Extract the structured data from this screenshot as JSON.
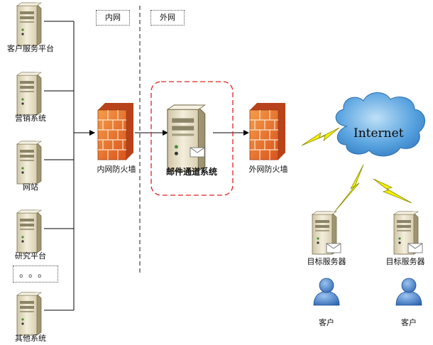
{
  "zones": {
    "inner": "内网",
    "outer": "外网"
  },
  "internal_servers": [
    {
      "label": "客户服务平台"
    },
    {
      "label": "营销系统"
    },
    {
      "label": "网站"
    },
    {
      "label": "研究平台"
    },
    {
      "label": "其他系统"
    }
  ],
  "more_indicator": "。。。",
  "inner_firewall": {
    "label": "内网防火墙"
  },
  "mail_gateway": {
    "label": "邮件通道系统"
  },
  "outer_firewall": {
    "label": "外网防火墙"
  },
  "cloud": {
    "label": "Internet"
  },
  "target_servers": [
    {
      "label": "目标服务器"
    },
    {
      "label": "目标服务器"
    }
  ],
  "clients": [
    {
      "label": "客户"
    },
    {
      "label": "客户"
    }
  ],
  "colors": {
    "firewall_brick": "#e8692a",
    "cloud": "#3a8fd4",
    "lightning": "#f5f000",
    "server_body": "#e9e2c9",
    "user": "#3a78c8",
    "highlight_border": "#e02020"
  }
}
